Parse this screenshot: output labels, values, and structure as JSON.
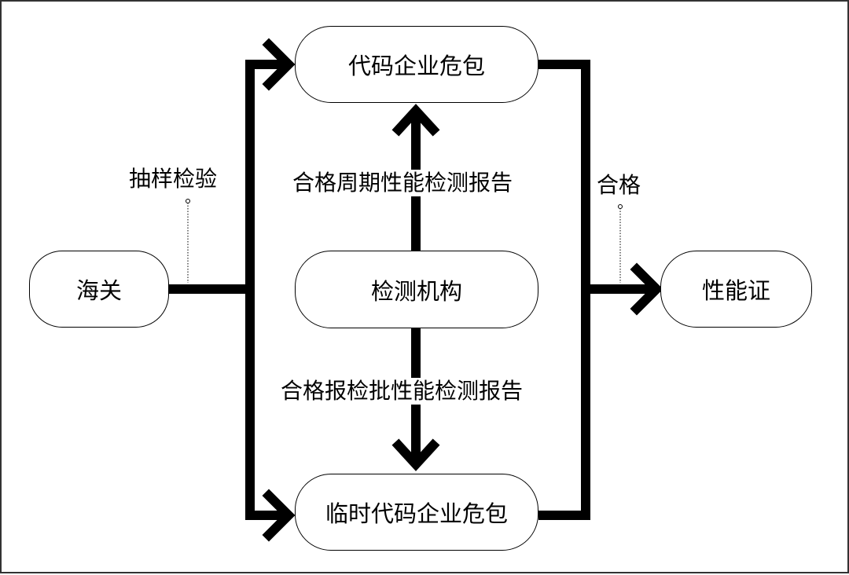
{
  "nodes": {
    "customs": "海关",
    "code_enterprise": "代码企业危包",
    "testing_agency": "检测机构",
    "temp_code_enterprise": "临时代码企业危包",
    "performance_cert": "性能证"
  },
  "edges": {
    "sampling": "抽样检验",
    "periodic_report": "合格周期性能检测报告",
    "batch_report": "合格报检批性能检测报告",
    "qualified": "合格"
  }
}
